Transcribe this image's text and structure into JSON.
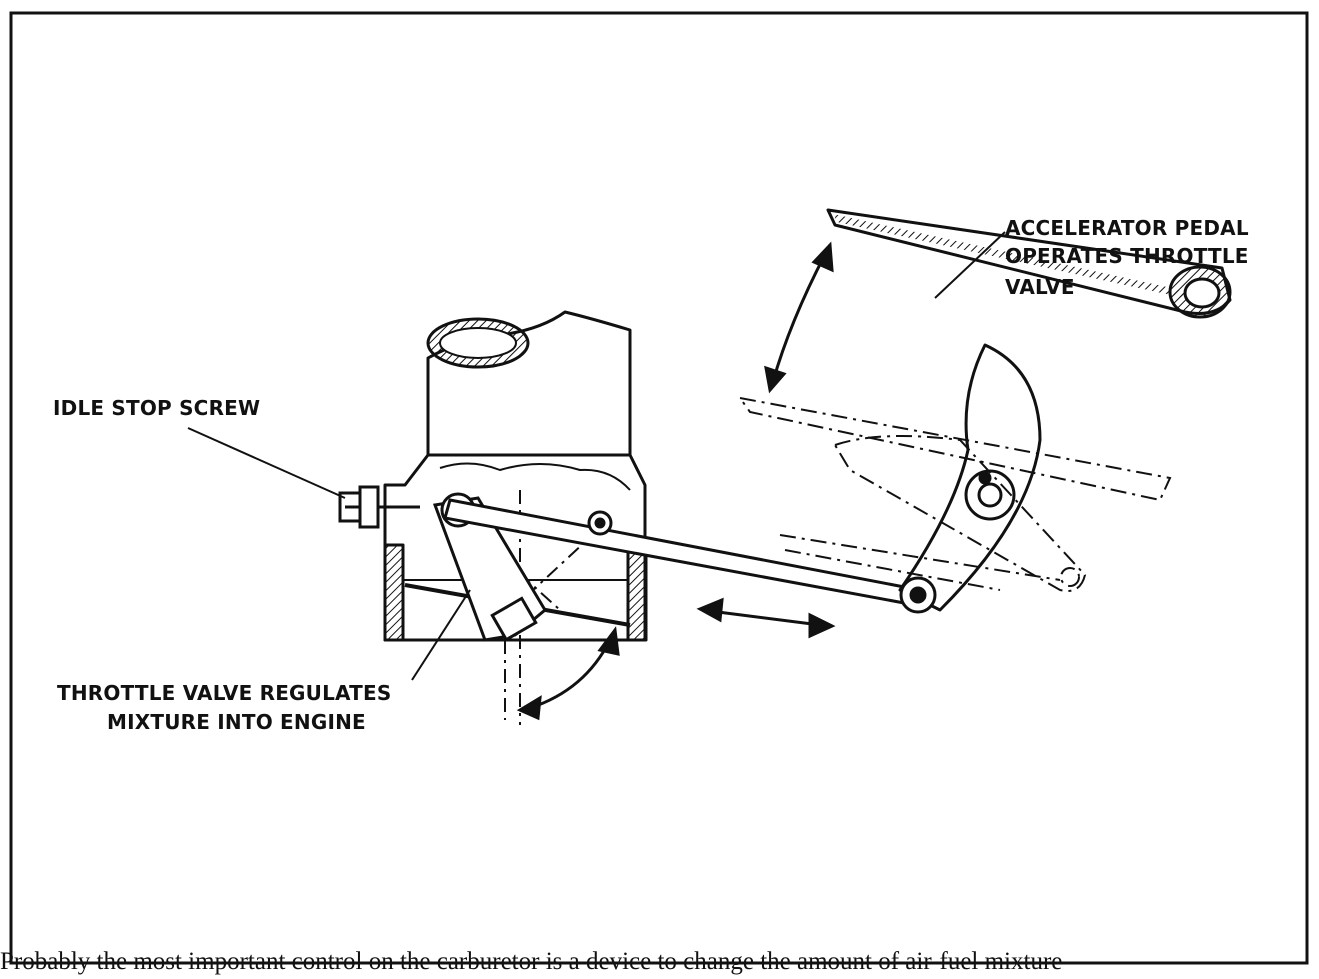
{
  "diagram": {
    "labels": {
      "accelerator_line1": "ACCELERATOR PEDAL",
      "accelerator_line2": "OPERATES THROTTLE",
      "accelerator_line3": "VALVE",
      "idle_stop": "IDLE STOP SCREW",
      "throttle_line1": "THROTTLE VALVE REGULATES",
      "throttle_line2": "MIXTURE INTO ENGINE"
    }
  },
  "body_text": "Probably the most important control on the carburetor is a device to change the amount of air-fuel mixture"
}
